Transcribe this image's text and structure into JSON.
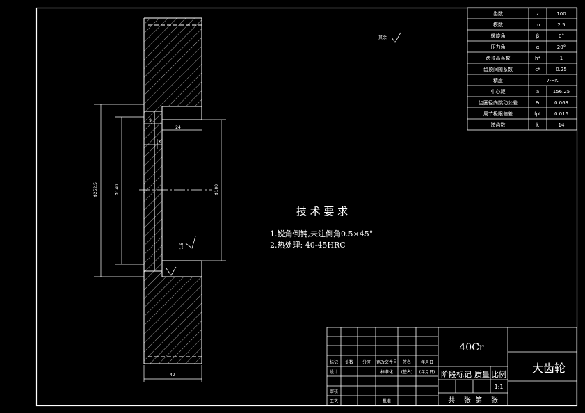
{
  "params": [
    {
      "name": "齿数",
      "sym": "z",
      "val": "100"
    },
    {
      "name": "模数",
      "sym": "m",
      "val": "2.5"
    },
    {
      "name": "螺旋角",
      "sym": "β",
      "val": "0°"
    },
    {
      "name": "压力角",
      "sym": "α",
      "val": "20°"
    },
    {
      "name": "齿顶高系数",
      "sym": "h*",
      "val": "1"
    },
    {
      "name": "齿顶间隙系数",
      "sym": "c*",
      "val": "0.25"
    },
    {
      "name": "精度",
      "sym": "",
      "val": "7-HK"
    },
    {
      "name": "中心距",
      "sym": "a",
      "val": "156.25"
    },
    {
      "name": "齿圈径向跳动公差",
      "sym": "Fr",
      "val": "0.063"
    },
    {
      "name": "周节极限偏差",
      "sym": "fpt",
      "val": "0.016"
    },
    {
      "name": "跨齿数",
      "sym": "k",
      "val": "14"
    }
  ],
  "roughness_note": "其余",
  "tech": {
    "title": "技 术 要 求",
    "line1": "1.锐角倒钝,未注倒角0.5×45°",
    "line2": "2.热处理: 40-45HRC"
  },
  "dims": {
    "d9": "9",
    "d24": "24",
    "d3": "3",
    "d42": "42",
    "dia_outer": "Φ252.5",
    "dia_mid": "Φ140",
    "dia_hub": "Φ100",
    "rough": "1.6"
  },
  "title_block": {
    "material": "40Cr",
    "part_name": "大齿轮",
    "stage_mark": "阶段标记",
    "mass": "质量",
    "ratio": "比例",
    "scale": "1:1",
    "sheets": "共    张  第    张",
    "h_mark": "标记",
    "h_count": "处数",
    "h_zone": "分区",
    "h_change": "更改文件号",
    "h_sign": "签名",
    "h_date": "年月日",
    "design": "设计",
    "standard": "标准化",
    "sign_p": "(签名)",
    "date_p": "(年月日)",
    "review": "审核",
    "craft": "工艺",
    "approve": "批准"
  }
}
